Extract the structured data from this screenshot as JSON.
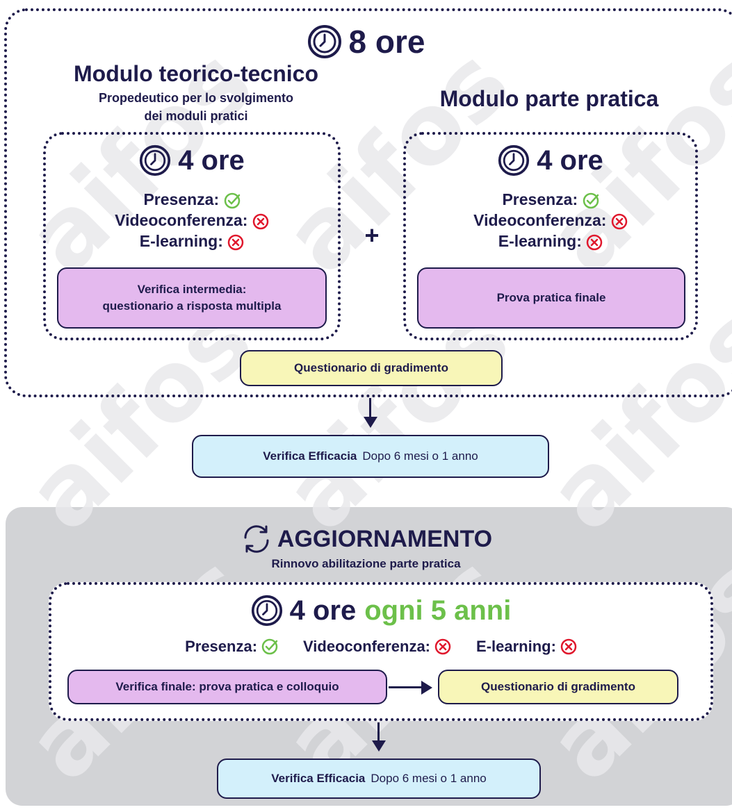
{
  "main": {
    "total_hours": "8 ore",
    "theory": {
      "title": "Modulo teorico-tecnico",
      "subtitle_line1": "Propedeutico per lo svolgimento",
      "subtitle_line2": "dei moduli pratici",
      "hours": "4 ore",
      "presence_label": "Presenza:",
      "video_label": "Videoconferenza:",
      "elearning_label": "E-learning:",
      "test_line1": "Verifica intermedia:",
      "test_line2": "questionario a risposta multipla"
    },
    "plus": "+",
    "practice": {
      "title": "Modulo parte pratica",
      "hours": "4 ore",
      "presence_label": "Presenza:",
      "video_label": "Videoconferenza:",
      "elearning_label": "E-learning:",
      "test": "Prova pratica finale"
    },
    "satisfaction": "Questionario di gradimento"
  },
  "efficacy1": {
    "label": "Verifica Efficacia",
    "when": "Dopo 6 mesi o 1 anno"
  },
  "update": {
    "title": "AGGIORNAMENTO",
    "subtitle": "Rinnovo abilitazione parte pratica",
    "hours": "4 ore",
    "frequency": "ogni 5 anni",
    "presence_label": "Presenza:",
    "video_label": "Videoconferenza:",
    "elearning_label": "E-learning:",
    "final_test": "Verifica finale: prova pratica e colloquio",
    "satisfaction": "Questionario di gradimento"
  },
  "efficacy2": {
    "label": "Verifica Efficacia",
    "when": "Dopo 6 mesi o 1 anno"
  },
  "watermark": "aifos",
  "colors": {
    "navy": "#1e1b4b",
    "green": "#6cc04a",
    "red": "#e0182d",
    "purple": "#e4b9ee",
    "yellow": "#f8f6b8",
    "blue": "#d3f0fb",
    "gray": "#d2d3d6"
  }
}
